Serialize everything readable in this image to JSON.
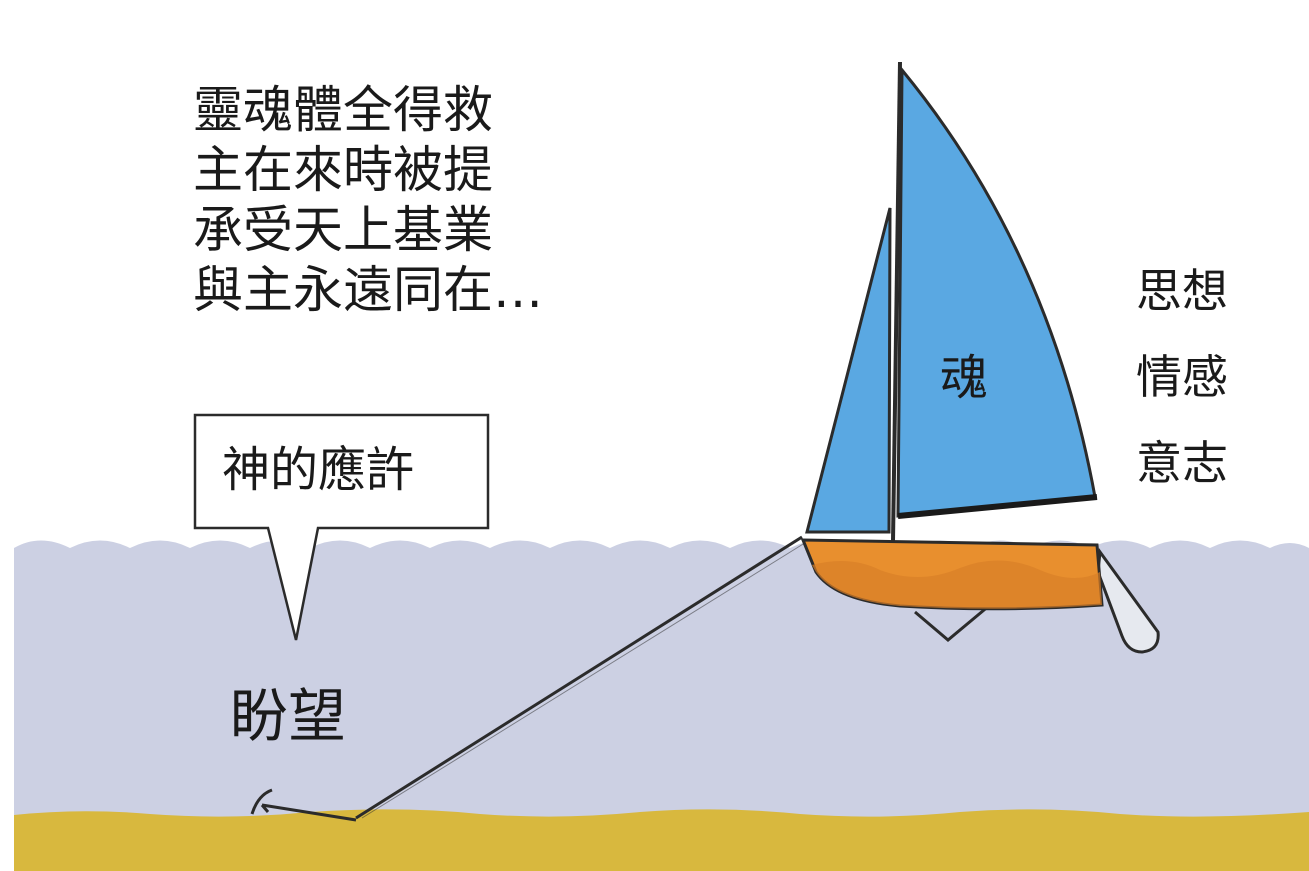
{
  "hope_lines": [
    "靈魂體全得救",
    "主在來時被提",
    "承受天上基業",
    "與主永遠同在…"
  ],
  "callout": {
    "text": "神的應許"
  },
  "anchor_label": "盼望",
  "sail_label": "魂",
  "soul_faculties": [
    "思想",
    "情感",
    "意志"
  ],
  "colors": {
    "sky": "#ffffff",
    "water": "#ccd0e3",
    "sand": "#d8b83e",
    "sail": "#5aa8e2",
    "hull": "#e88f2e",
    "hull_wave": "#d97f28",
    "line": "#2b2b2b"
  }
}
